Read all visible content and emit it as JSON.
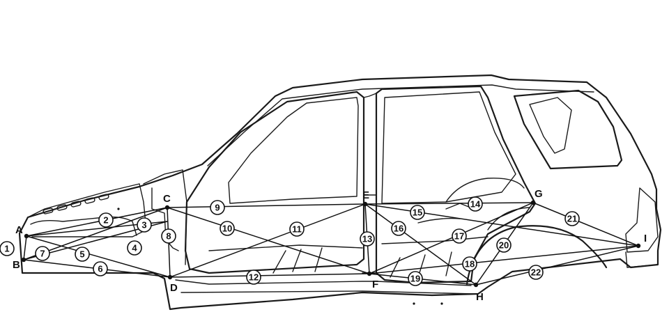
{
  "points": [
    {
      "id": "A",
      "label": "A"
    },
    {
      "id": "B",
      "label": "B"
    },
    {
      "id": "C",
      "label": "C"
    },
    {
      "id": "D",
      "label": "D"
    },
    {
      "id": "E",
      "label": "E"
    },
    {
      "id": "F",
      "label": "F"
    },
    {
      "id": "G",
      "label": "G"
    },
    {
      "id": "H",
      "label": "H"
    },
    {
      "id": "I",
      "label": "I"
    }
  ],
  "measurements": [
    {
      "label": "1",
      "from": "A",
      "to": "B"
    },
    {
      "label": "2",
      "from": "A",
      "to": "C"
    },
    {
      "label": "3",
      "from": "A",
      "to": "C2"
    },
    {
      "label": "4",
      "from": "A",
      "to": "D"
    },
    {
      "label": "5",
      "from": "B",
      "to": "C"
    },
    {
      "label": "6",
      "from": "B",
      "to": "D"
    },
    {
      "label": "7",
      "from": "B",
      "to": "C2"
    },
    {
      "label": "8",
      "from": "C",
      "to": "D"
    },
    {
      "label": "9",
      "from": "C",
      "to": "E"
    },
    {
      "label": "10",
      "from": "C",
      "to": "F"
    },
    {
      "label": "11",
      "from": "D",
      "to": "E"
    },
    {
      "label": "12",
      "from": "D",
      "to": "F"
    },
    {
      "label": "13",
      "from": "E",
      "to": "F"
    },
    {
      "label": "14",
      "from": "E",
      "to": "G"
    },
    {
      "label": "15",
      "from": "E",
      "to": "I"
    },
    {
      "label": "16",
      "from": "E",
      "to": "H"
    },
    {
      "label": "17",
      "from": "F",
      "to": "G"
    },
    {
      "label": "18",
      "from": "F",
      "to": "I"
    },
    {
      "label": "19",
      "from": "F",
      "to": "H"
    },
    {
      "label": "20",
      "from": "G",
      "to": "H"
    },
    {
      "label": "21",
      "from": "G",
      "to": "I"
    },
    {
      "label": "22",
      "from": "H",
      "to": "I"
    }
  ]
}
